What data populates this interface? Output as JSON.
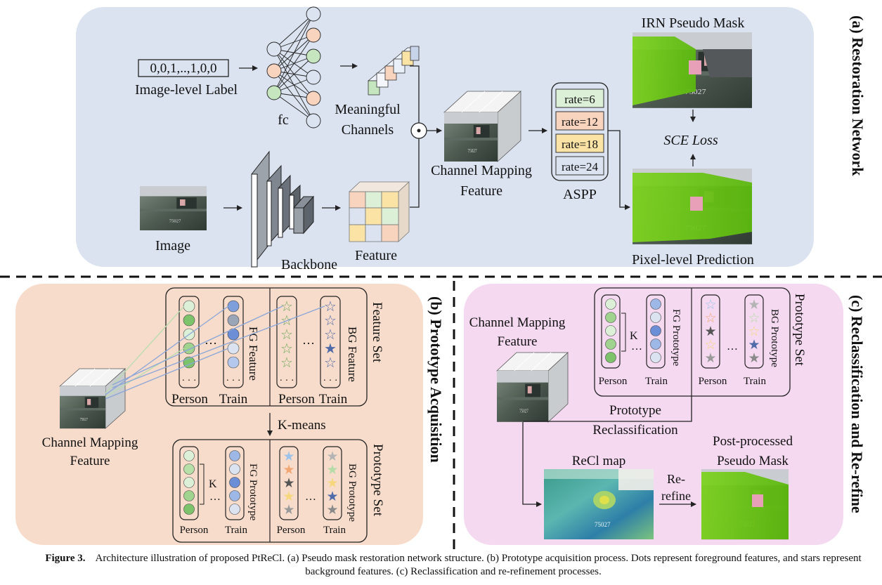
{
  "panel_a": {
    "title": "(a) Restoration Network",
    "label_vector": "0,0,1,..,1,0,0",
    "image_level_label": "Image-level Label",
    "fc": "fc",
    "meaningful_line1": "Meaningful",
    "meaningful_line2": "Channels",
    "image": "Image",
    "backbone": "Backbone",
    "feature": "Feature",
    "cmf_line1": "Channel Mapping",
    "cmf_line2": "Feature",
    "aspp": "ASPP",
    "rates": [
      "rate=6",
      "rate=12",
      "rate=18",
      "rate=24"
    ],
    "irn_mask": "IRN Pseudo Mask",
    "sce_loss": "SCE Loss",
    "pixel_pred": "Pixel-level Prediction",
    "odot": "⊙"
  },
  "panel_b": {
    "title": "(b) Prototype Acquisition",
    "cmf_line1": "Channel Mapping",
    "cmf_line2": "Feature",
    "feature_set": "Feature Set",
    "fg_feature": "FG Feature",
    "bg_feature": "BG Feature",
    "person": "Person",
    "train": "Train",
    "kmeans": "K-means",
    "prototype_set": "Prototype Set",
    "fg_prototype": "FG Prototype",
    "bg_prototype": "BG Prototype",
    "k": "K",
    "dots": "…",
    "vdots": "· · ·"
  },
  "panel_c": {
    "title": "(c) Reclassification and Re-refine",
    "cmf_line1": "Channel Mapping",
    "cmf_line2": "Feature",
    "prototype_set": "Prototype Set",
    "fg_prototype": "FG Prototype",
    "bg_prototype": "BG Prototype",
    "person": "Person",
    "train": "Train",
    "k": "K",
    "reclass_line1": "Prototype",
    "reclass_line2": "Reclassification",
    "recl_map": "ReCl map",
    "post_line1": "Post-processed",
    "post_line2": "Pseudo Mask",
    "rerefine_line1": "Re-",
    "rerefine_line2": "refine"
  },
  "caption": {
    "label": "Figure 3.",
    "text": "Architecture illustration of proposed PtReCl. (a) Pseudo mask restoration network structure. (b) Prototype acquisition process. Dots represent foreground features, and stars represent background features. (c) Reclassification and re-refinement processes."
  },
  "colors": {
    "panel_a_bg": "#dbe3f1",
    "panel_b_bg": "#f7dccb",
    "panel_c_bg": "#f4d9f0",
    "green_dot": "#98d38a",
    "blue_dot": "#9db8e6",
    "peach": "#f8d3bd",
    "yellow": "#fbe3a6"
  }
}
